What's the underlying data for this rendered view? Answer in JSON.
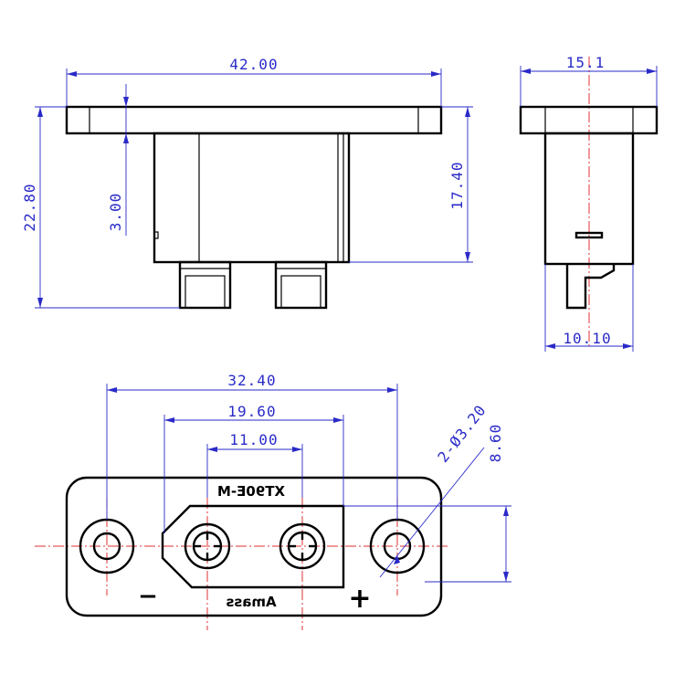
{
  "dimensions": {
    "front_width": "42.00",
    "total_height": "22.80",
    "flange_thickness": "3.00",
    "body_height": "17.40",
    "side_flange_width": "15.1",
    "side_body_width": "10.10",
    "hole_spacing": "32.40",
    "socket_outline_width": "19.60",
    "pin_spacing": "11.00",
    "hole_diameter": "2-Ø3.20",
    "plate_height": "8.60"
  },
  "markings": {
    "model": "XT90E-M",
    "brand": "Amass",
    "negative": "−",
    "positive": "+"
  }
}
